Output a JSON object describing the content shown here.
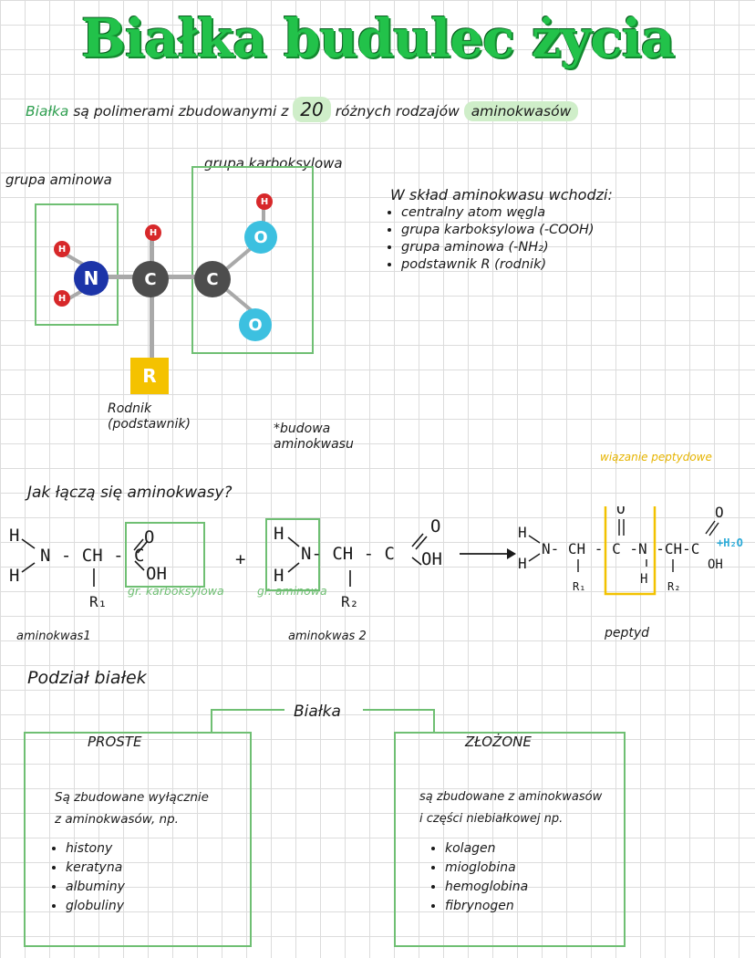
{
  "title": "Białka budulec życia",
  "intro": {
    "word": "Białka",
    "text1": "są polimerami zbudowanymi z",
    "number": "20",
    "text2": "różnych rodzajów",
    "highlight": "aminokwasów"
  },
  "diagram": {
    "label_amine": "grupa aminowa",
    "label_carboxyl": "grupa karboksylowa",
    "label_r": "Rodnik\n(podstawnik)",
    "note": "*budowa\naminokwasu",
    "atoms": {
      "h": "H",
      "n": "N",
      "c": "C",
      "o": "O",
      "r": "R"
    }
  },
  "composition": {
    "heading": "W skład aminokwasu wchodzi:",
    "items": [
      "centralny atom węgla",
      "grupa karboksylowa (-COOH)",
      "grupa aminowa (-NH₂)",
      "podstawnik R (rodnik)"
    ]
  },
  "reaction": {
    "heading": "Jak łączą się aminokwasy?",
    "label_aa1": "aminokwas1",
    "label_aa2": "aminokwas 2",
    "label_carboxyl": "gr. karboksylowa",
    "label_amine": "gr. aminowa",
    "label_peptide_bond": "wiązanie peptydowe",
    "label_peptide": "peptyd",
    "water": "+H₂O",
    "r1": "R₁",
    "r2": "R₂"
  },
  "division": {
    "heading": "Podział białek",
    "root": "Białka",
    "simple": {
      "title": "PROSTE",
      "desc": "Są zbudowane wyłącznie\nz aminokwasów, np.",
      "items": [
        "histony",
        "keratyna",
        "albuminy",
        "globuliny"
      ]
    },
    "complex": {
      "title": "ZŁOŻONE",
      "desc": "są zbudowane z aminokwasów\ni części niebiałkowej np.",
      "items": [
        "kolagen",
        "mioglobina",
        "hemoglobina",
        "fibrynogen"
      ]
    }
  },
  "colors": {
    "title": "#22c24a",
    "accent_green": "#2e9e4f",
    "peptide": "#f2c200",
    "water": "#2aaad8",
    "box": "#6fbf73"
  }
}
